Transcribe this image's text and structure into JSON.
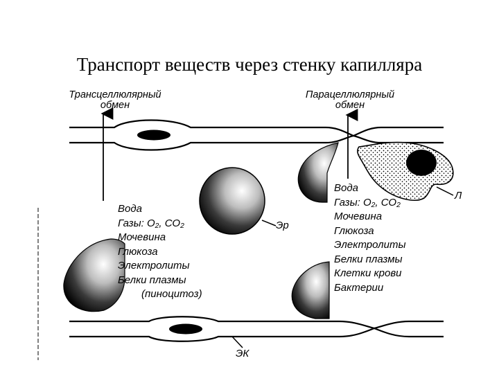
{
  "title": "Транспорт веществ через стенку капилляра",
  "trans": {
    "line1": "Трансцеллюлярный",
    "line2": "обмен",
    "items": [
      "Вода",
      "Газы: О₂, СО₂",
      "Мочевина",
      "Глюкоза",
      "Электролиты",
      "Белки плазмы",
      "(пиноцитоз)"
    ]
  },
  "para": {
    "line1": "Парацеллюлярный",
    "line2": "обмен",
    "items": [
      "Вода",
      "Газы: О₂, СО₂",
      "Мочевина",
      "Глюкоза",
      "Электролиты",
      "Белки плазмы",
      "Клетки крови",
      "Бактерии"
    ]
  },
  "labels": {
    "er": "Эр",
    "l": "Л",
    "ek": "ЭК"
  },
  "colors": {
    "ink": "#000000",
    "background": "#ffffff"
  }
}
